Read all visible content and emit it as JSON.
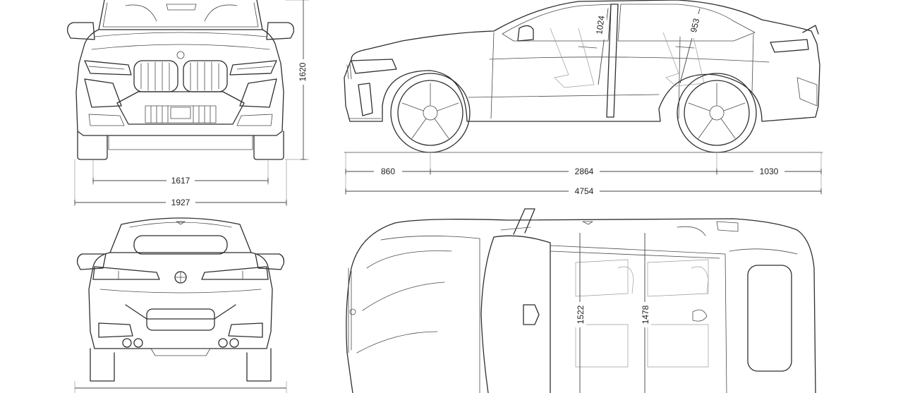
{
  "dimensions": {
    "front_height": "1620",
    "front_track": "1617",
    "overall_width": "1927",
    "front_overhang": "860",
    "wheelbase": "2864",
    "rear_overhang": "1030",
    "overall_length": "4754",
    "front_headroom": "1024",
    "rear_headroom": "953",
    "front_shoulder_width": "1522",
    "rear_shoulder_width": "1478"
  }
}
